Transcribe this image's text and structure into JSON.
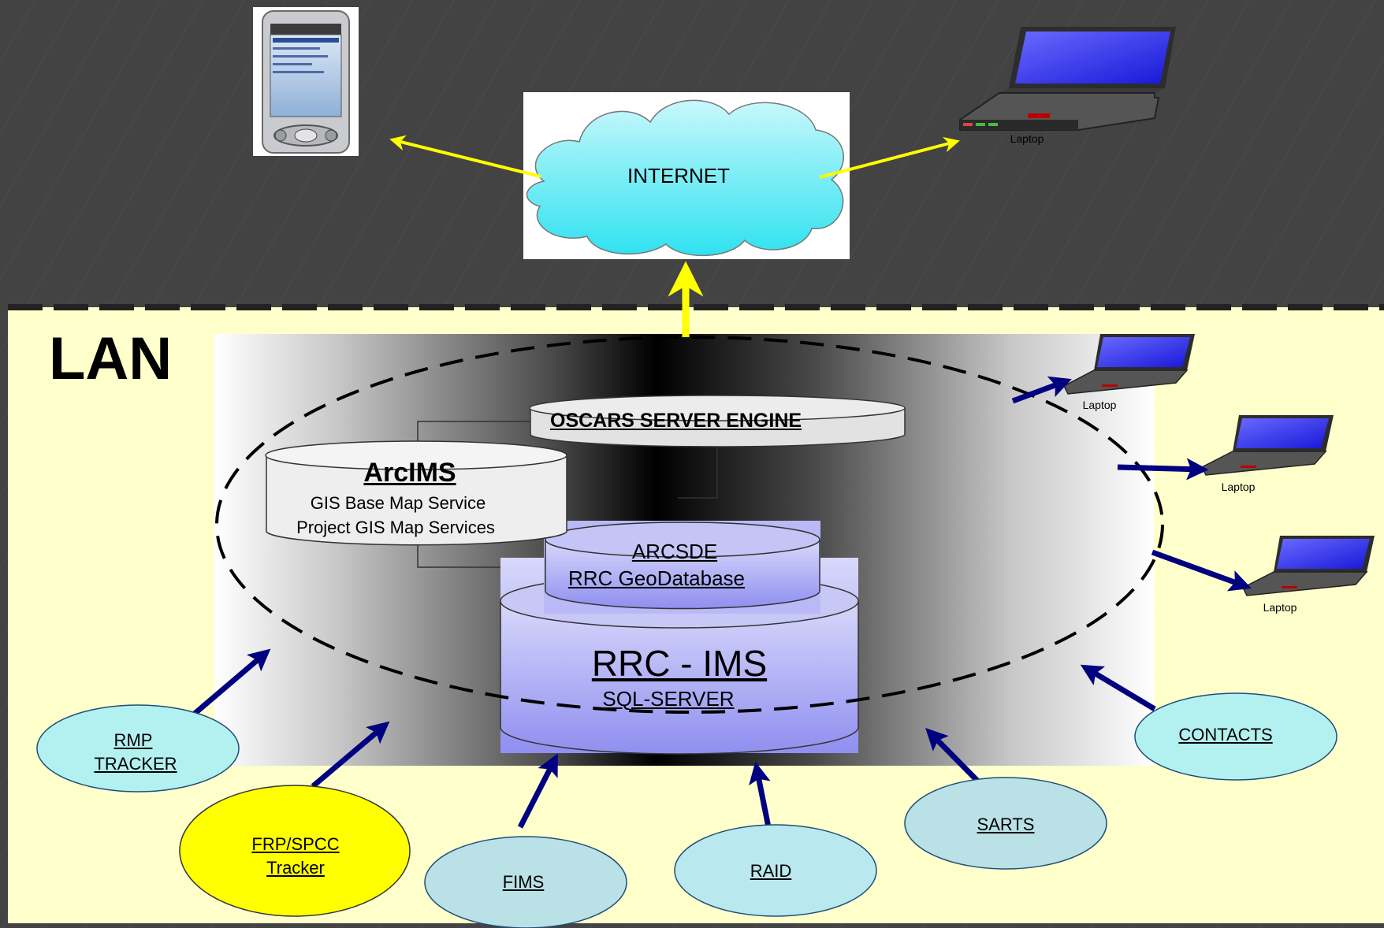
{
  "lan": {
    "title": "LAN"
  },
  "internet": {
    "label": "INTERNET"
  },
  "laptops": {
    "label": "Laptop"
  },
  "oscars": {
    "label": "OSCARS SERVER ENGINE"
  },
  "arcims": {
    "title": "ArcIMS",
    "line1": "GIS Base Map Service",
    "line2": "Project GIS Map Services"
  },
  "arcsde": {
    "line1": "ARCSDE",
    "line2": "RRC GeoDatabase"
  },
  "rrc_ims": {
    "title": "RRC - IMS",
    "subtitle": "SQL-SERVER"
  },
  "nodes": {
    "rmp_line1": "RMP",
    "rmp_line2": "TRACKER",
    "frp_line1": "FRP/SPCC",
    "frp_line2": "Tracker",
    "fims": "FIMS",
    "raid": "RAID",
    "sarts": "SARTS",
    "contacts": "CONTACTS"
  },
  "colors": {
    "lan_background": "#ffffcc",
    "top_background": "#434343",
    "cloud": "#33e6f2",
    "internet_arrows": "#ffff00",
    "lan_arrows": "#000080",
    "node_fill": "#b3e6ea",
    "frp_node_fill": "#ffff00",
    "database_fill": "#aaaaf5"
  }
}
